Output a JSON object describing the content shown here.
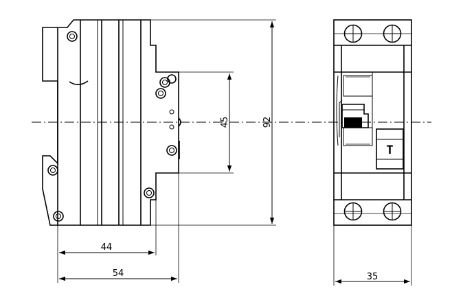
{
  "dimensions": {
    "height_small": "45",
    "height_total": "92",
    "depth_short": "44",
    "depth_long": "54",
    "width_front": "35"
  },
  "front_view": {
    "test_button_label": "T"
  },
  "colors": {
    "line": "#000000",
    "background": "#ffffff"
  }
}
